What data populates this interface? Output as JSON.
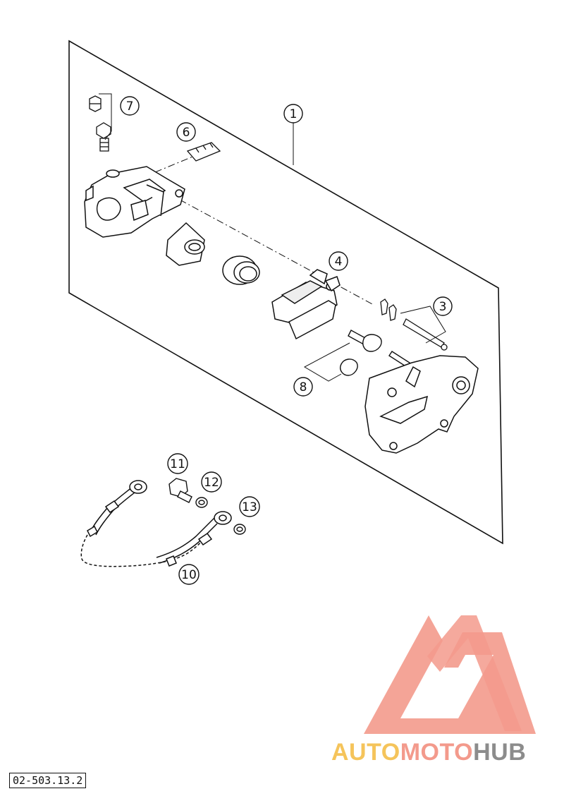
{
  "callouts": [
    {
      "id": "1",
      "label": "1"
    },
    {
      "id": "3",
      "label": "3"
    },
    {
      "id": "4",
      "label": "4"
    },
    {
      "id": "6",
      "label": "6"
    },
    {
      "id": "7",
      "label": "7"
    },
    {
      "id": "8",
      "label": "8"
    },
    {
      "id": "10",
      "label": "10"
    },
    {
      "id": "11",
      "label": "11"
    },
    {
      "id": "12",
      "label": "12"
    },
    {
      "id": "13",
      "label": "13"
    }
  ],
  "drawing_id": "02-503.13.2",
  "watermark": {
    "part1": "AUTO",
    "part2": "MOTO",
    "part3": "HUB",
    "colors": {
      "auto": "#f5c45b",
      "moto": "#f39a8c",
      "hub": "#8c8c8c",
      "triangle": "#f39a8c"
    }
  }
}
